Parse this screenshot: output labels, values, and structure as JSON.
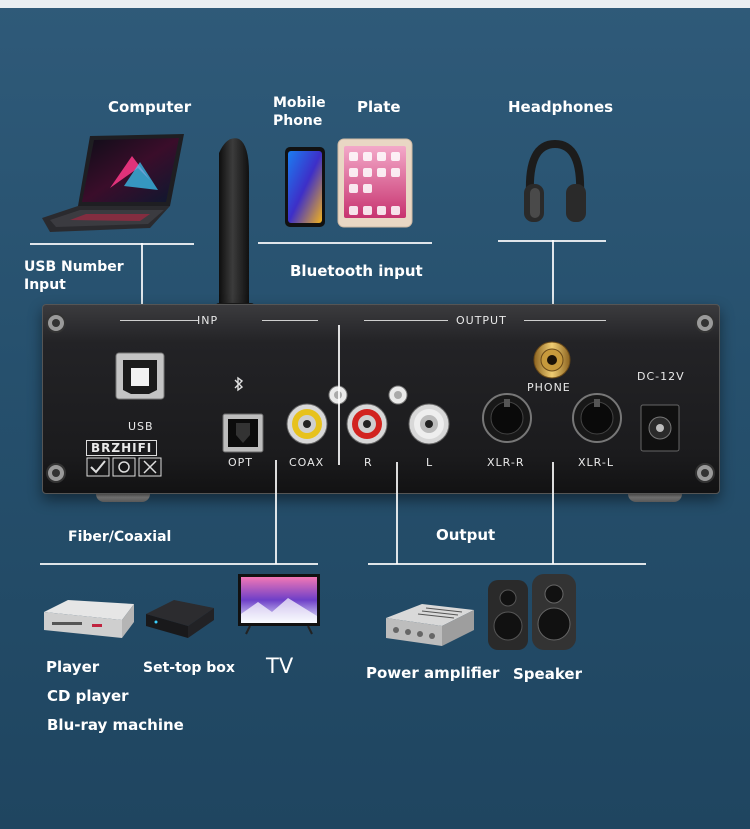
{
  "labels": {
    "computer": "Computer",
    "mobile_phone_line1": "Mobile",
    "mobile_phone_line2": "Phone",
    "plate": "Plate",
    "headphones": "Headphones",
    "usb_input_line1": "USB Number",
    "usb_input_line2": "Input",
    "bluetooth_input": "Bluetooth input",
    "fiber_coaxial": "Fiber/Coaxial",
    "output": "Output",
    "player": "Player",
    "set_top_box": "Set-top box",
    "tv": "TV",
    "cd_player": "CD player",
    "bluray_machine": "Blu-ray machine",
    "power_amplifier": "Power amplifier",
    "speaker": "Speaker"
  },
  "device": {
    "brand": "BRZHIFI",
    "input_header": "INP",
    "output_header": "OUTPUT",
    "usb": "USB",
    "opt": "OPT",
    "coax": "COAX",
    "r": "R",
    "l": "L",
    "phone": "PHONE",
    "xlr_r": "XLR-R",
    "xlr_l": "XLR-L",
    "dc": "DC-12V"
  },
  "colors": {
    "background": "#26506d",
    "panel": "#1b1b1d",
    "coax_ring": "#e7c21d",
    "red_ring": "#d2231f",
    "white_ring": "#eeeeee",
    "gold": "#c79a3c"
  }
}
